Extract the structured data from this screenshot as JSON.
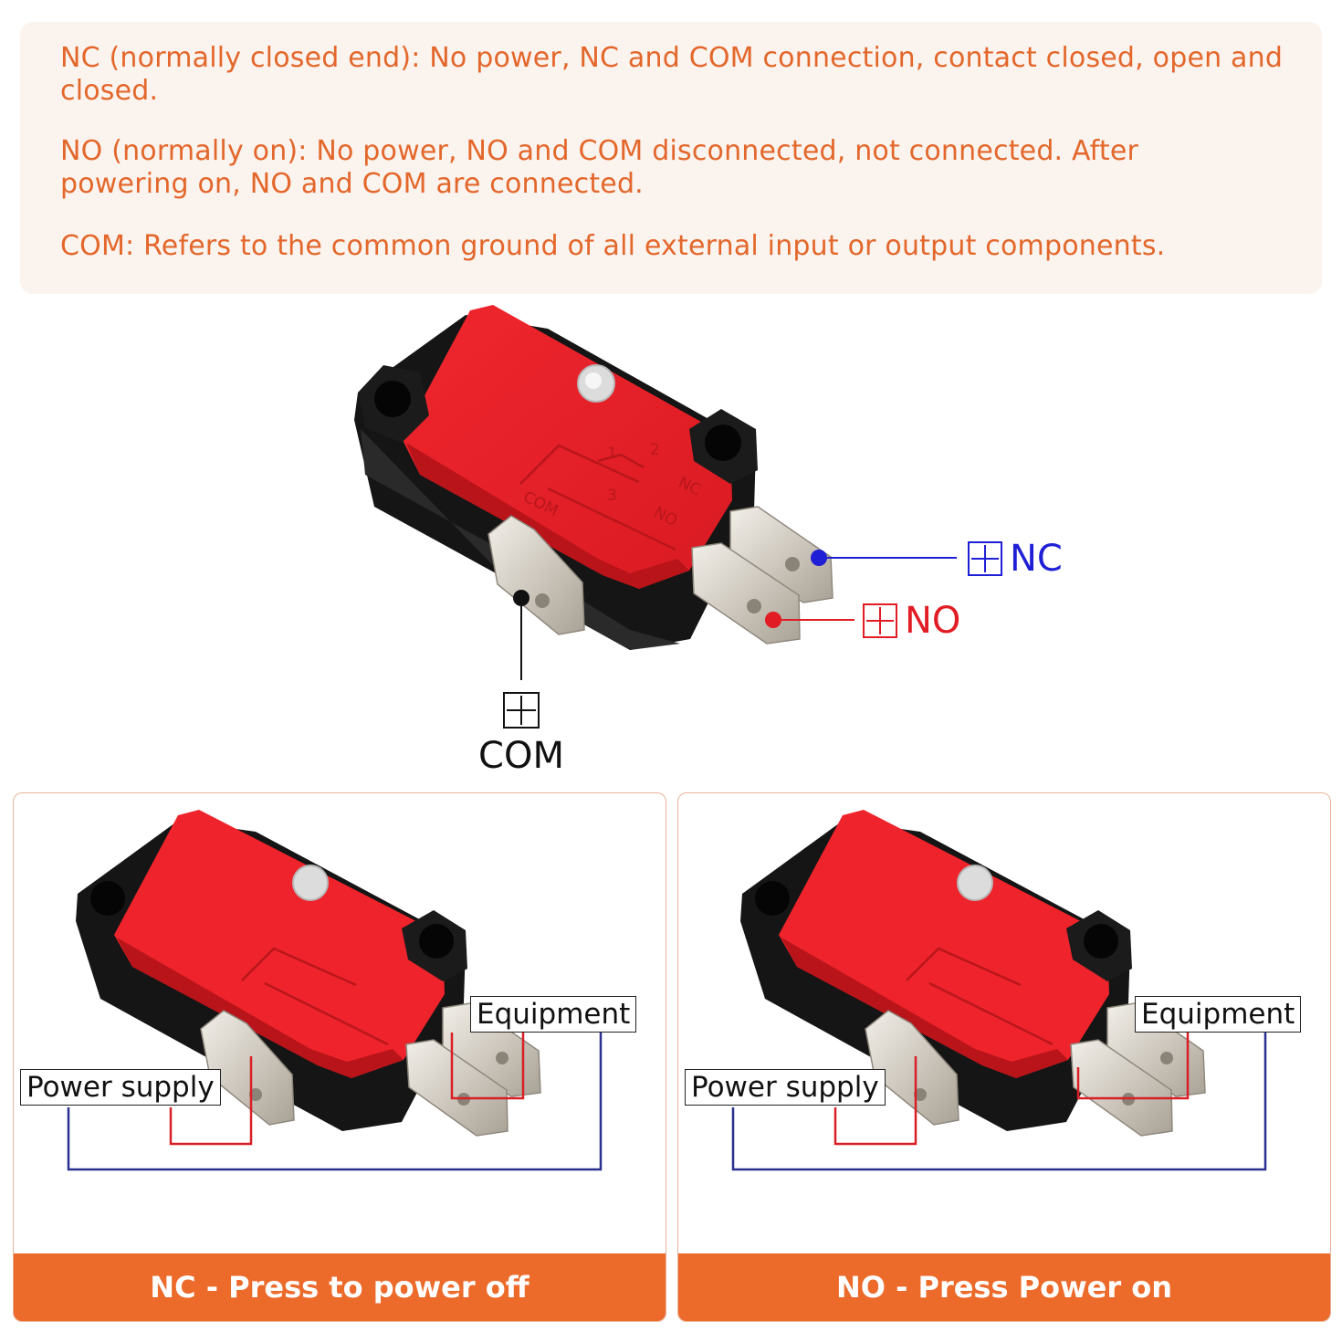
{
  "info": {
    "nc_text": "NC (normally closed end): No power, NC and COM connection, contact closed, open and closed.",
    "no_text": "NO (normally on): No power, NO and COM disconnected, not connected. After powering on, NO and COM are connected.",
    "com_text": "COM: Refers to the common ground of all external input or output components."
  },
  "switch_markings": {
    "com": "COM",
    "nc": "NC",
    "no": "NO",
    "pin1": "1",
    "pin2": "2",
    "pin3": "3"
  },
  "terminals": {
    "nc_label": "NC",
    "no_label": "NO",
    "com_label": "COM"
  },
  "panels": {
    "left": {
      "power_label": "Power supply",
      "equipment_label": "Equipment",
      "caption": "NC - Press to power off"
    },
    "right": {
      "power_label": "Power supply",
      "equipment_label": "Equipment",
      "caption": "NO - Press Power on"
    }
  },
  "colors": {
    "accent_orange": "#ec6a2a",
    "info_text": "#e3672b",
    "info_bg": "#fbf3ee",
    "switch_red": "#e8202a",
    "nc_blue": "#1f1fd6",
    "no_red": "#e21c24",
    "wire_blue": "#2b2f8f",
    "wire_red": "#d81f26"
  }
}
